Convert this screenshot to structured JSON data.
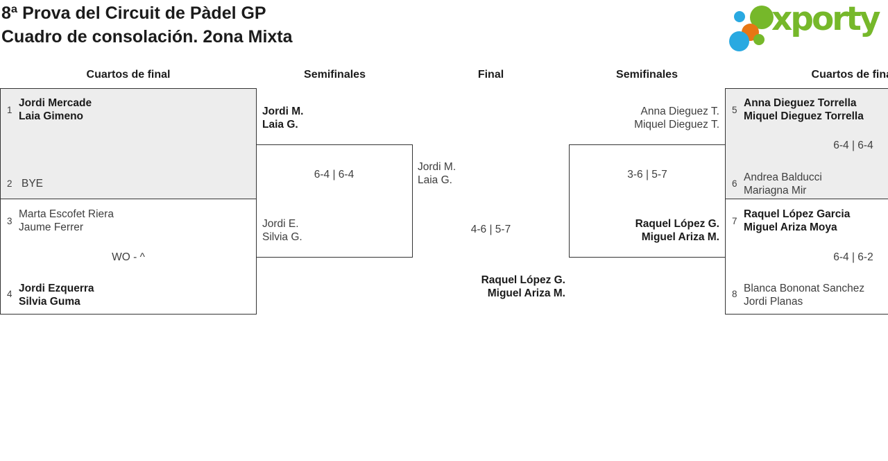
{
  "title": {
    "line1": "8ª Prova del Circuit de Pàdel GP",
    "line2": "Cuadro de consolación. 2ona Mixta"
  },
  "logo": {
    "wordmark": "xporty",
    "colors": {
      "green": "#76b82a",
      "blue": "#29a9e1",
      "orange": "#e87614"
    }
  },
  "round_headers": {
    "qf_left": "Cuartos de final",
    "sf_left": "Semifinales",
    "final": "Final",
    "sf_right": "Semifinales",
    "qf_right": "Cuartos de final"
  },
  "bracket": {
    "qf_left_top": {
      "seed_a": "1",
      "team_a_line1": "Jordi Mercade",
      "team_a_line2": "Laia Gimeno",
      "seed_b": "2",
      "team_b_line1": "BYE"
    },
    "qf_left_bottom": {
      "seed_a": "3",
      "team_a_line1": "Marta Escofet Riera",
      "team_a_line2": "Jaume Ferrer",
      "score": "WO - ^",
      "seed_b": "4",
      "team_b_line1": "Jordi Ezquerra",
      "team_b_line2": "Silvia Guma"
    },
    "sf_left": {
      "team_a_line1": "Jordi M.",
      "team_a_line2": "Laia G.",
      "score": "6-4 | 6-4",
      "team_b_line1": "Jordi E.",
      "team_b_line2": "Silvia G."
    },
    "final": {
      "team_a_line1": "Jordi M.",
      "team_a_line2": "Laia G.",
      "score": "4-6 | 5-7",
      "winner_line1": "Raquel López G.",
      "winner_line2": "Miguel Ariza M."
    },
    "sf_right": {
      "team_a_line1": "Anna Dieguez T.",
      "team_a_line2": "Miquel Dieguez T.",
      "score": "3-6 | 5-7",
      "team_b_line1": "Raquel López G.",
      "team_b_line2": "Miguel Ariza M."
    },
    "qf_right_top": {
      "seed_a": "5",
      "team_a_line1": "Anna Dieguez Torrella",
      "team_a_line2": "Miquel Dieguez Torrella",
      "score": "6-4 | 6-4",
      "seed_b": "6",
      "team_b_line1": "Andrea Balducci",
      "team_b_line2": "Mariagna Mir"
    },
    "qf_right_bottom": {
      "seed_a": "7",
      "team_a_line1": "Raquel López Garcia",
      "team_a_line2": "Miguel Ariza Moya",
      "score": "6-4 | 6-2",
      "seed_b": "8",
      "team_b_line1": "Blanca Bononat Sanchez",
      "team_b_line2": "Jordi Planas"
    }
  }
}
